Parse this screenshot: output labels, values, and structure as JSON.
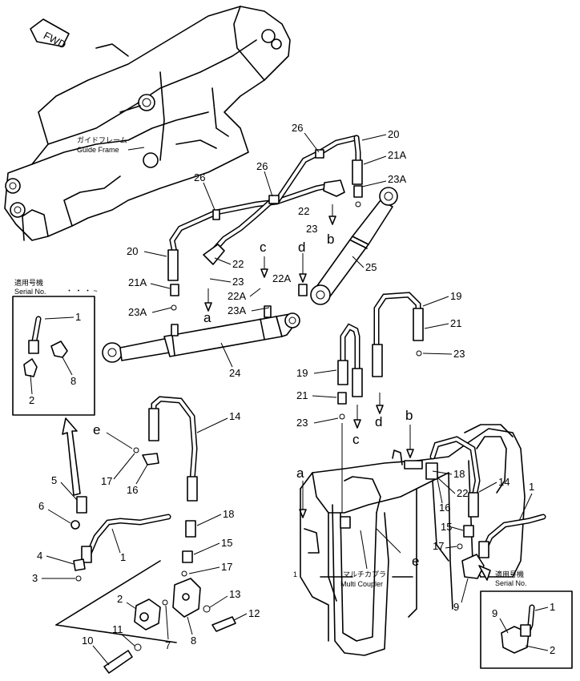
{
  "direction_marker": "FWD",
  "guide_frame_jp": "ガイドフレーム",
  "guide_frame_en": "Guide Frame",
  "multi_coupler_jp": "マルチカプラ",
  "multi_coupler_en": "Multi Coupler",
  "inset_serial_jp": "適用号機",
  "inset_serial_en": "Serial No.",
  "inset_serial_dots": "・ ・ ・ ~",
  "part_labels": {
    "p26a": "26",
    "p20a": "20",
    "p21Aa": "21A",
    "p23Aa": "23A",
    "p26b": "26",
    "p26c": "26",
    "p22a": "22",
    "p23a": "23",
    "pba": "b",
    "p20b": "20",
    "p22b": "22",
    "p23b": "23",
    "p25": "25",
    "p21Ab": "21A",
    "p23Ab": "23A",
    "paa": "a",
    "pca": "c",
    "p22Aa": "22A",
    "p23Ac": "23A",
    "pda": "d",
    "p22Ab": "22A",
    "p24": "24",
    "p19a": "19",
    "p21a": "21",
    "p23c": "23",
    "p19b": "19",
    "p21b": "21",
    "p23d": "23",
    "pcb": "c",
    "pdb": "d",
    "pbb": "b",
    "pab": "a",
    "p14a": "14",
    "pea": "e",
    "p17a": "17",
    "p16a": "16",
    "p5": "5",
    "p6": "6",
    "p4": "4",
    "p3": "3",
    "p1a": "1",
    "p18a": "18",
    "p15a": "15",
    "p17b": "17",
    "p2a": "2",
    "p11": "11",
    "p10": "10",
    "p7": "7",
    "p8a": "8",
    "p13": "13",
    "p12": "12",
    "p18b": "18",
    "p22c": "22",
    "p16b": "16",
    "p14b": "14",
    "p1b": "1",
    "p15b": "15",
    "p17c": "17",
    "peb": "e",
    "p9a": "9",
    "pi1": "1",
    "pi2": "2",
    "pi8": "8",
    "pj1": "1",
    "pj9": "9",
    "pj2": "2",
    "pone": "1"
  }
}
